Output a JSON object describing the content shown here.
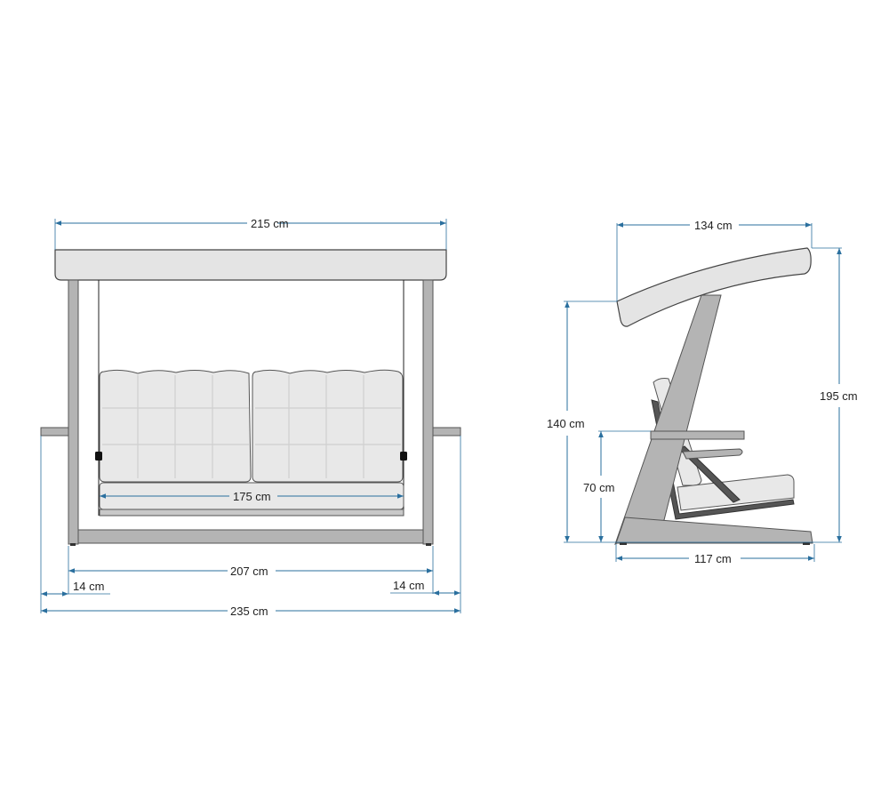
{
  "diagram": {
    "subject": "Garden swing with canopy - dimension drawing",
    "front_view": {
      "dimensions": {
        "canopy_width": "215 cm",
        "seat_width": "175 cm",
        "inner_frame_width": "207 cm",
        "left_foot_overhang": "14 cm",
        "right_foot_overhang": "14 cm",
        "total_width": "235 cm"
      }
    },
    "side_view": {
      "dimensions": {
        "canopy_depth": "134 cm",
        "canopy_front_height": "140 cm",
        "total_height": "195 cm",
        "armrest_height": "70 cm",
        "base_depth": "117 cm"
      }
    },
    "colors": {
      "dimension_line": "#2a6f9e",
      "frame": "#b4b4b4",
      "canopy": "#e4e4e4",
      "cushion": "#e8e8e8",
      "text": "#222222"
    }
  }
}
